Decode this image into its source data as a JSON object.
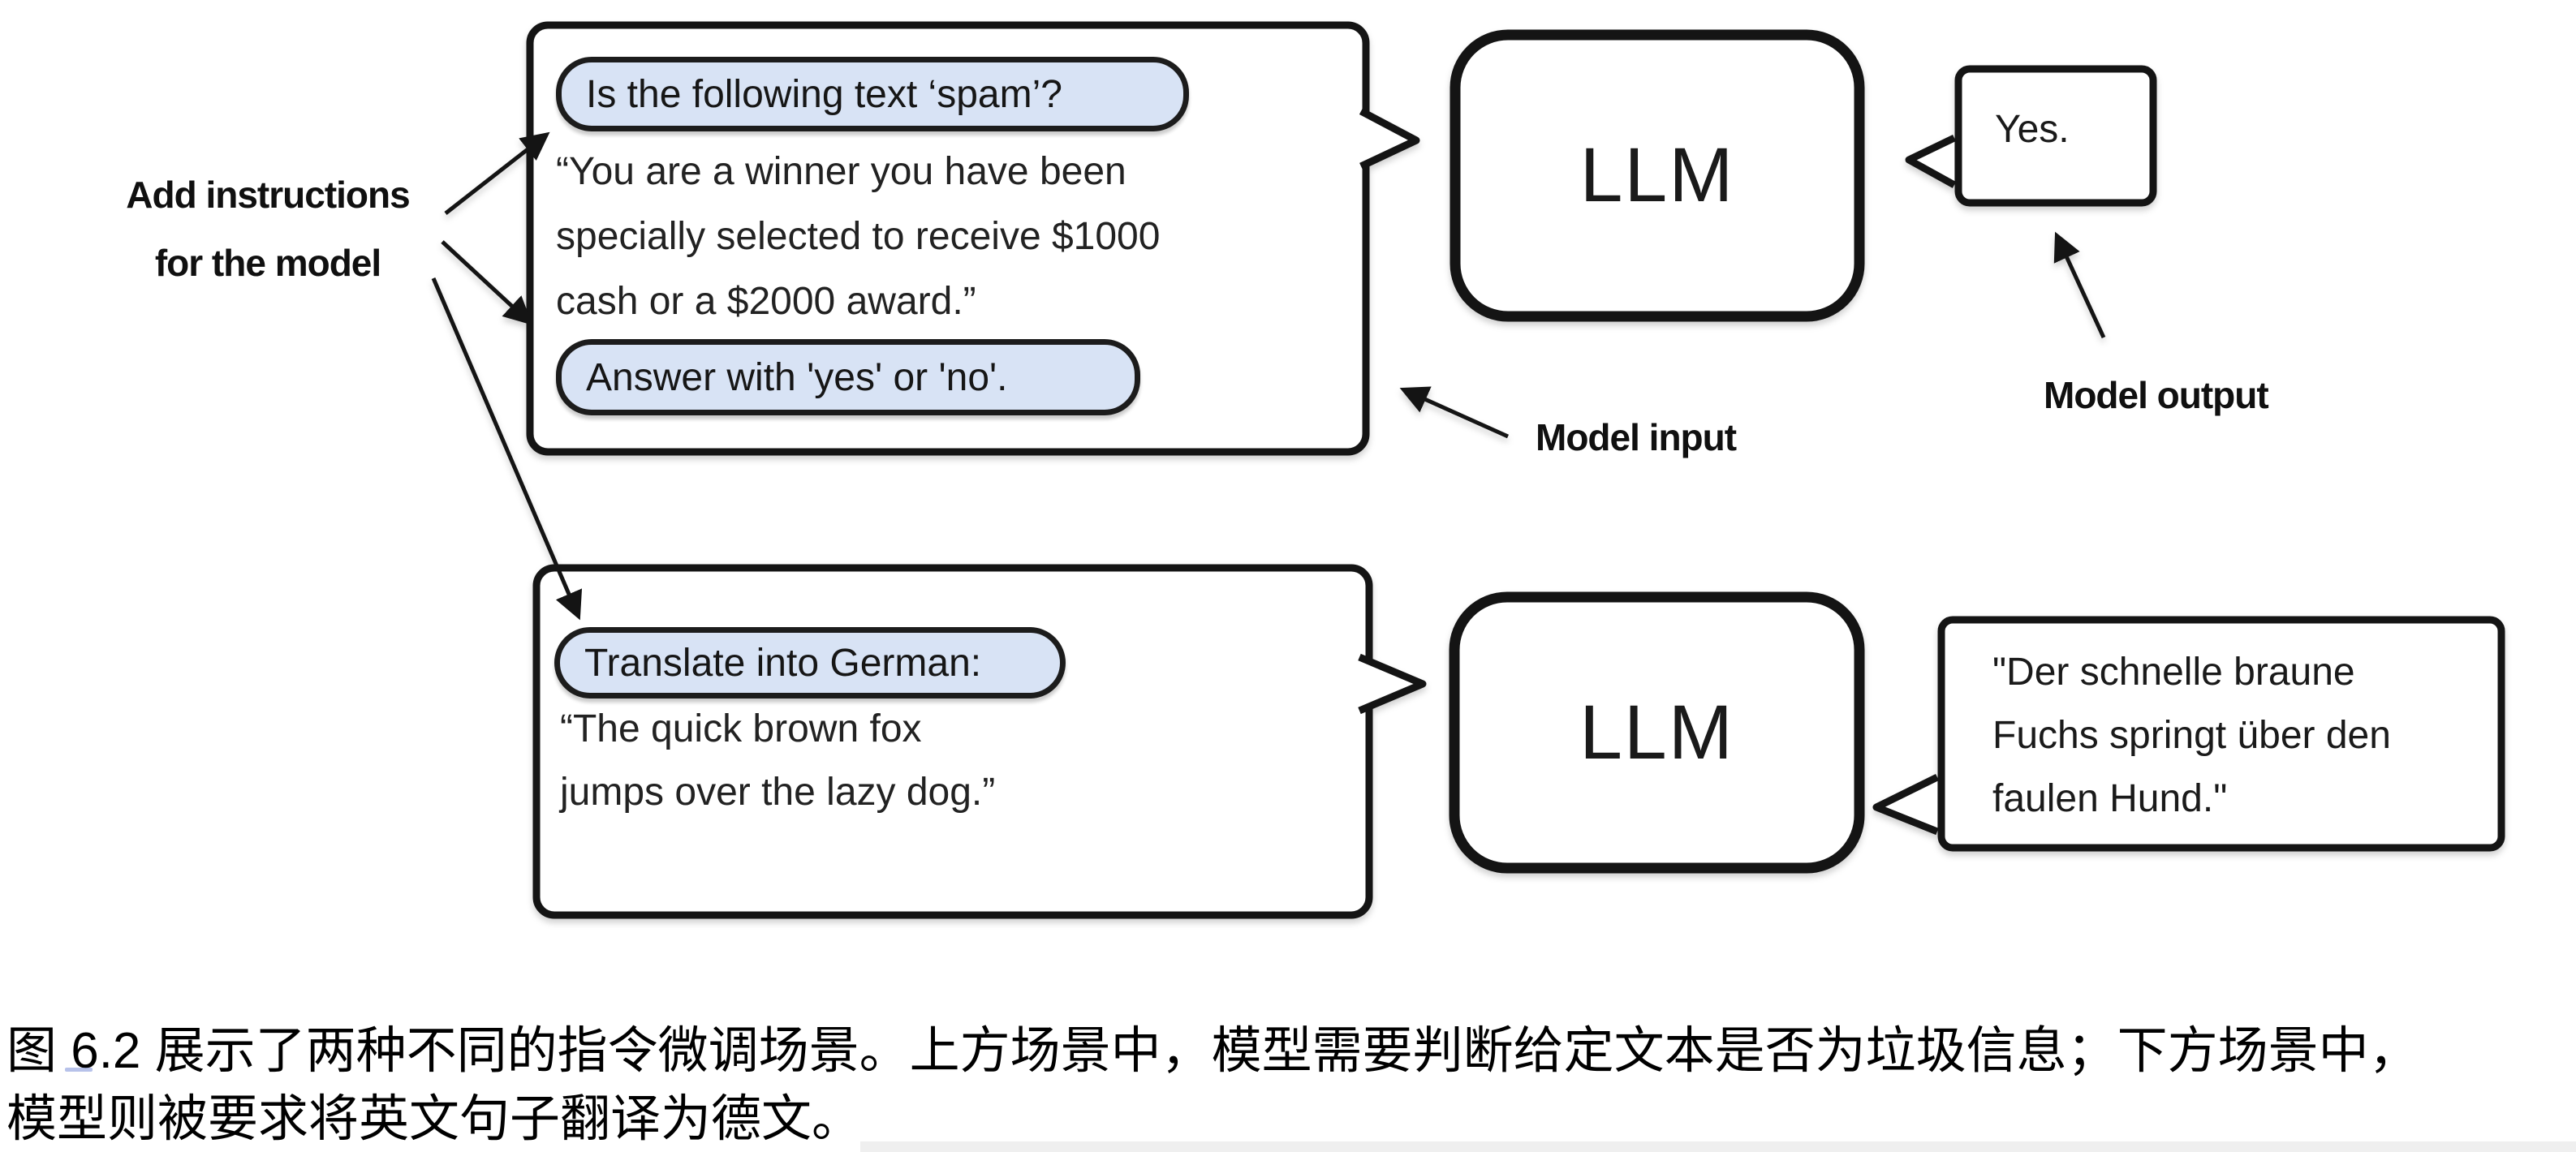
{
  "figure": {
    "annotations": {
      "add_instructions": "Add instructions\nfor the model",
      "model_input": "Model input",
      "model_output": "Model output"
    },
    "spam_scenario": {
      "instruction_top": "Is the following text ‘spam’?",
      "document_text": "“You are a winner you have been\nspecially selected to receive $1000\ncash or a $2000 award.”",
      "instruction_bottom": "Answer with 'yes' or 'no'.",
      "model_label": "LLM",
      "output_text": "Yes."
    },
    "translation_scenario": {
      "instruction": "Translate into German:",
      "source_text": "“The quick brown fox\njumps over the lazy dog.”",
      "model_label": "LLM",
      "output_text": "\"Der schnelle braune\nFuchs springt über den\nfaulen Hund.\""
    },
    "caption": {
      "line1": "图 6.2 展示了两种不同的指令微调场景。上方场景中，模型需要判断给定文本是否为垃圾信息；下方场景中，",
      "line2": "模型则被要求将英文句子翻译为德文。"
    },
    "colors": {
      "instruction_pill_fill": "#d8e3f5",
      "outline": "#141414",
      "background": "#ffffff"
    }
  }
}
